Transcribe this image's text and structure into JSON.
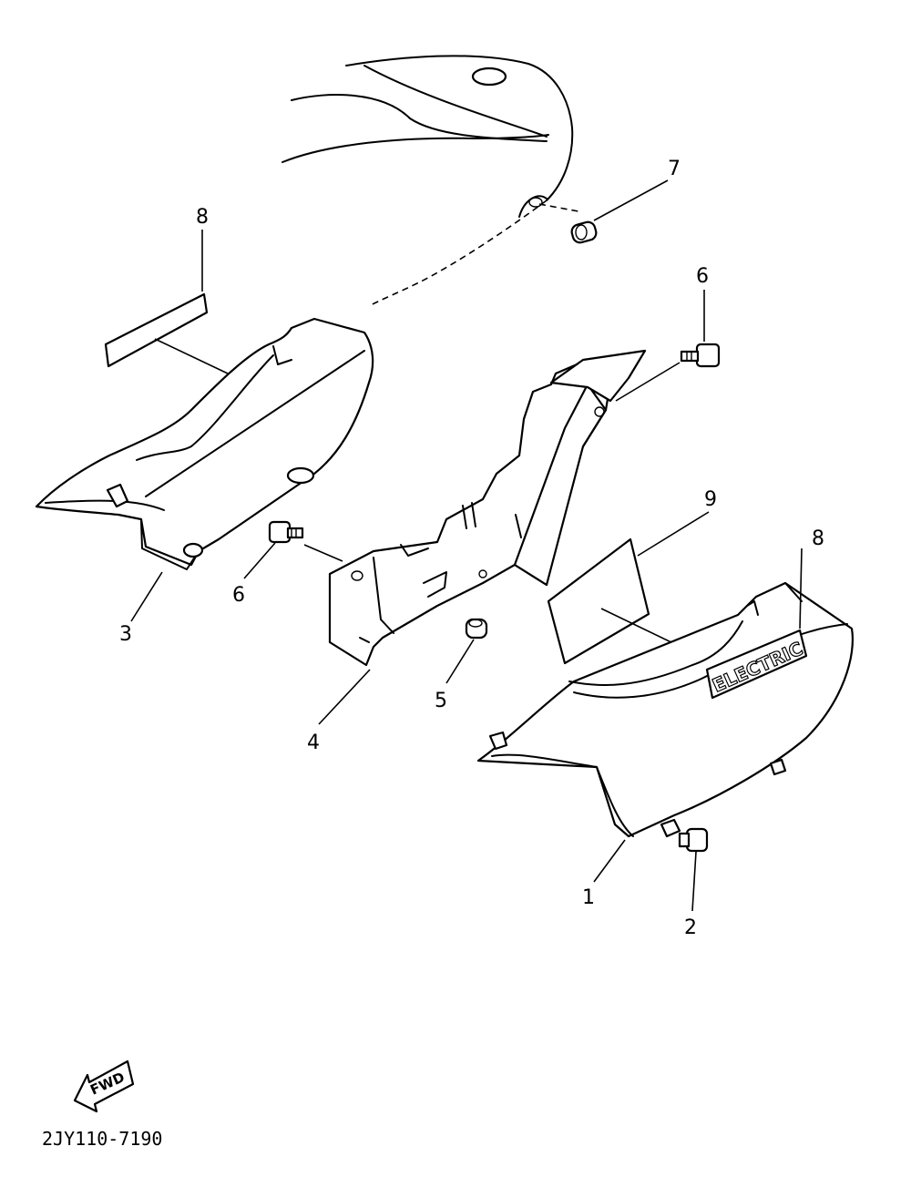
{
  "diagram": {
    "callouts": {
      "c1": "1",
      "c2": "2",
      "c3": "3",
      "c4": "4",
      "c5": "5",
      "c6a": "6",
      "c6b": "6",
      "c7": "7",
      "c8a": "8",
      "c8b": "8",
      "c9": "9"
    },
    "emblem_text": "ELECTRIC",
    "fwd_label": "FWD",
    "drawing_code": "2JY110-7190"
  }
}
